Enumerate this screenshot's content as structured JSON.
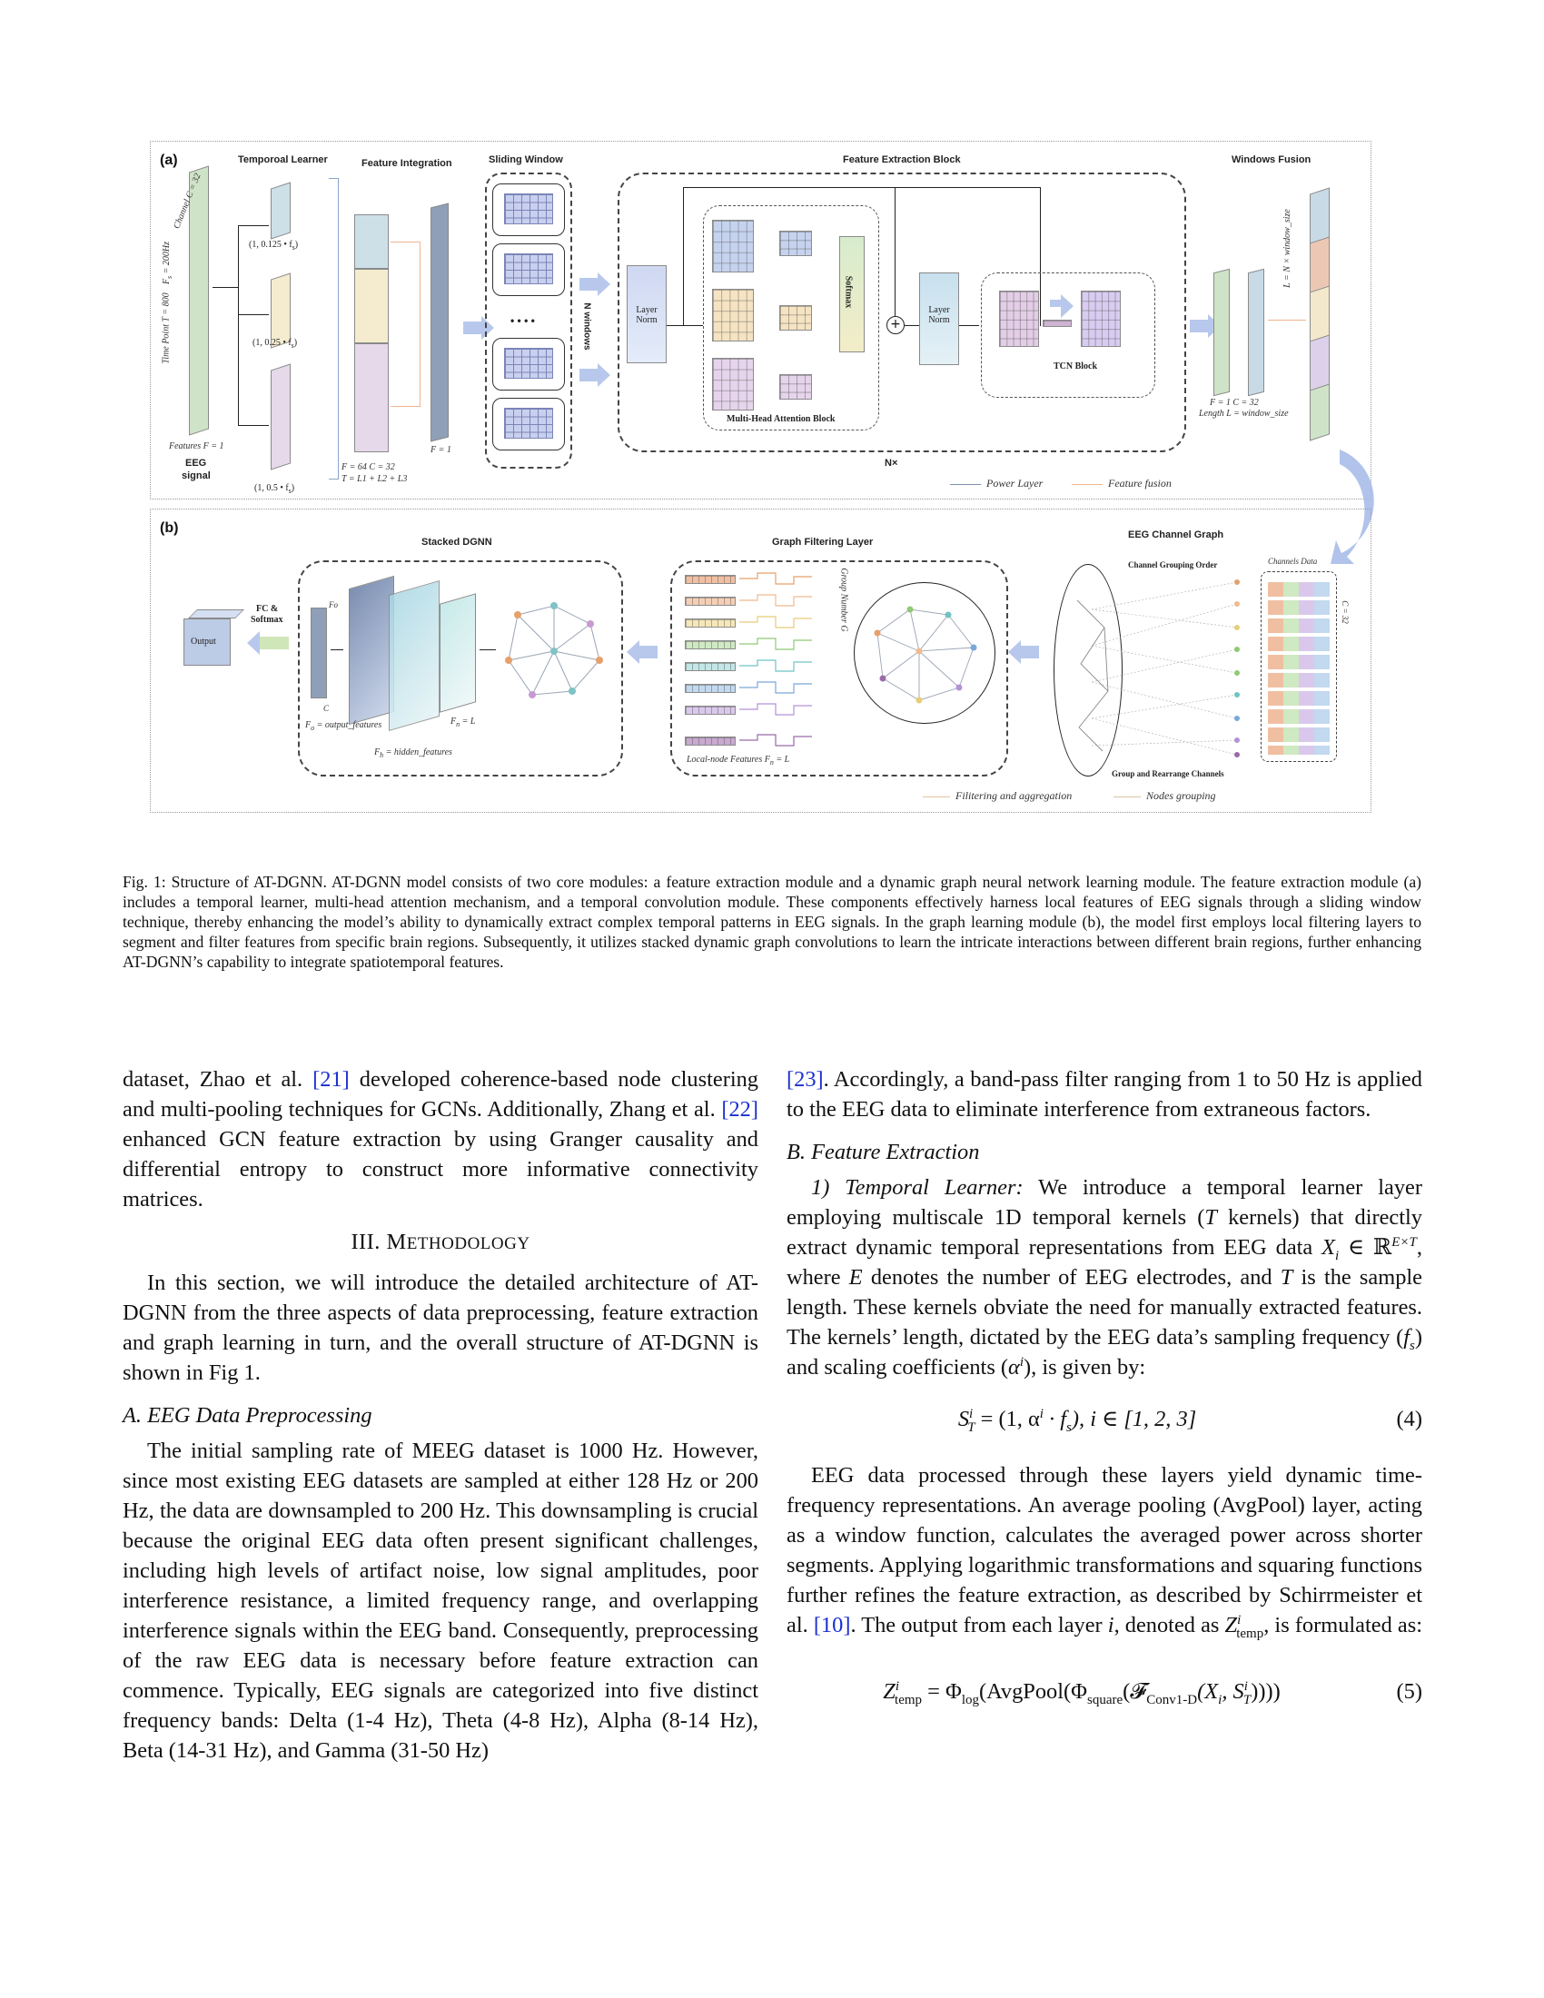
{
  "figure": {
    "panel_a": {
      "letter": "(a)",
      "eeg_input": {
        "channel_label": "Channel C = 32",
        "fs_label": "F",
        "fs_sub": "s",
        "fs_value": " = 200Hz",
        "timepoint_label": "Time Point  T = 800",
        "features_label": "Features  F = 1",
        "title_line1": "EEG",
        "title_line2": "signal"
      },
      "temporal_learner": {
        "title": "Temporoal Learner",
        "k1": "(1, 0.125 • f",
        "k2": "(1, 0.25 • f",
        "k3": "(1, 0.5 • f",
        "ksub": "s",
        "kend": ")"
      },
      "feature_integration": {
        "title": "Feature Integration",
        "dims_line1": "F = 64    C = 32",
        "dims_line2": "T = L",
        "dims_line2_rest": "1 + L2 + L3",
        "f1": "F = 1"
      },
      "sliding_window": {
        "title": "Sliding Window",
        "dots": "• • • •"
      },
      "n_windows": "N windows",
      "feature_extraction": {
        "title": "Feature Extraction Block",
        "layer_norm_1": "Layer Norm",
        "softmax": "Softmax",
        "mha_title": "Multi-Head Attention Block",
        "layer_norm_2": "Layer Norm",
        "tcn_title": "TCN Block",
        "repeat": "N×"
      },
      "windows_fusion": {
        "title": "Windows Fusion",
        "dims_line1": "F = 1    C = 32",
        "dims_line2": "Length  L =  window_size",
        "total_label": "L = N × window_size",
        "dots": "• • • • •"
      },
      "legend": {
        "power_layer": "Power Layer",
        "feature_fusion": "Feature fusion"
      }
    },
    "panel_b": {
      "letter": "(b)",
      "stacked_dgnn": {
        "title": "Stacked DGNN",
        "output": "Output",
        "fc_softmax_line1": "FC &",
        "fc_softmax_line2": "Softmax",
        "fo_label": "F",
        "fo_sub": "o",
        "fo_rest": " = output_features",
        "fn_label": "F",
        "fn_sub": "n",
        "fn_rest": " = L",
        "fh_label": "F",
        "fh_sub": "h",
        "fh_rest": " = hidden_features",
        "small_fo": "Fo",
        "small_c": "C"
      },
      "graph_filtering": {
        "title": "Graph Filtering Layer",
        "group_number": "Group Number  G",
        "local_node": "Local-node Features  F",
        "local_node_sub": "n",
        "local_node_rest": " = L"
      },
      "channel_graph": {
        "title": "EEG Channel Graph",
        "grouping_order": "Channel Grouping Order",
        "channels_data": "Channels Data",
        "c32": "C = 32",
        "rearrange": "Group and Rearrange Channels"
      },
      "legend": {
        "filtering": "Filitering and aggregation",
        "nodes_grouping": "Nodes grouping"
      }
    }
  },
  "caption": "Fig. 1: Structure of AT-DGNN. AT-DGNN model consists of two core modules: a feature extraction module and a dynamic graph neural network learning module. The feature extraction module (a) includes a temporal learner, multi-head attention mechanism, and a temporal convolution module. These components effectively harness local features of EEG signals through a sliding window technique, thereby enhancing the model’s ability to dynamically extract complex temporal patterns in EEG signals. In the graph learning module (b), the model first employs local filtering layers to segment and filter features from specific brain regions. Subsequently, it utilizes stacked dynamic graph convolutions to learn the intricate interactions between different brain regions, further enhancing AT-DGNN’s capability to integrate spatiotemporal features.",
  "left_column": {
    "p1_a": "dataset, Zhao et al. ",
    "p1_cite1": "[21]",
    "p1_b": " developed coherence-based node clustering and multi-pooling techniques for GCNs. Additionally, Zhang et al. ",
    "p1_cite2": "[22]",
    "p1_c": " enhanced GCN feature extraction by using Granger causality and differential entropy to construct more informative connectivity matrices.",
    "section_num": "III. ",
    "section_cap": "M",
    "section_rest": "ETHODOLOGY",
    "p2": "In this section, we will introduce the detailed architecture of AT-DGNN from the three aspects of data preprocessing, feature extraction and graph learning in turn, and the overall structure of AT-DGNN is shown in Fig 1.",
    "subsec_a": "A.  EEG Data Preprocessing",
    "p3": "The initial sampling rate of MEEG dataset is 1000 Hz. However, since most existing EEG datasets are sampled at either 128 Hz or 200 Hz, the data are downsampled to 200 Hz. This downsampling is crucial because the original EEG data often present significant challenges, including high levels of artifact noise, low signal amplitudes, poor interference resistance, a limited frequency range, and overlapping interference signals within the EEG band. Consequently, preprocessing of the raw EEG data is necessary before feature extraction can commence. Typically, EEG signals are categorized into five distinct frequency bands: Delta (1-4 Hz), Theta (4-8 Hz), Alpha (8-14 Hz), Beta (14-31 Hz), and Gamma (31-50 Hz)"
  },
  "right_column": {
    "p1_cite": "[23]",
    "p1_rest": ". Accordingly, a band-pass filter ranging from 1 to 50 Hz is applied to the EEG data to eliminate interference from extraneous factors.",
    "subsec_b": "B.  Feature Extraction",
    "p2_head": "1) Temporal Learner:",
    "p2_a": " We introduce a temporal learner layer employing multiscale 1D temporal kernels (",
    "p2_T": "T",
    "p2_b": " kernels) that directly extract dynamic temporal representations from EEG data ",
    "p2_X": "X",
    "p2_Xsub": "i",
    "p2_c": " ∈ ℝ",
    "p2_sup": "E×T",
    "p2_d": ", where ",
    "p2_E": "E",
    "p2_e": " denotes the number of EEG electrodes, and ",
    "p2_T2": "T",
    "p2_f": " is the sample length. These kernels obviate the need for manually extracted features. The kernels’ length, dictated by the EEG data’s sampling frequency (",
    "p2_fs": "f",
    "p2_fs_sub": "s",
    "p2_g": ") and scaling coefficients (",
    "p2_alpha": "α",
    "p2_alpha_sup": "i",
    "p2_h": "), is given by:",
    "eq4_body": "S",
    "eq4_sup": "i",
    "eq4_sub": "T",
    "eq4_rest": " = (1, α",
    "eq4_rest_sup": "i",
    "eq4_rest2": " · f",
    "eq4_rest2_sub": "s",
    "eq4_rest3": "),     i ∈ [1, 2, 3]",
    "eq4_num": "(4)",
    "p3_a": "EEG data processed through these layers yield dynamic time-frequency representations. An average pooling (AvgPool) layer, acting as a window function, calculates the averaged power across shorter segments. Applying logarithmic transformations and squaring functions further refines the feature extraction, as described by Schirrmeister et al. ",
    "p3_cite": "[10]",
    "p3_b": ". The output from each layer ",
    "p3_i": "i",
    "p3_c": ", denoted as ",
    "p3_Z": "Z",
    "p3_Zsup": "i",
    "p3_Zsub": "temp",
    "p3_d": ", is formulated as:",
    "eq5_Z": "Z",
    "eq5_Zsup": "i",
    "eq5_Zsub": "temp",
    "eq5_a": " = Φ",
    "eq5_log": "log",
    "eq5_b": "(AvgPool(Φ",
    "eq5_sq": "square",
    "eq5_c": "(𝓕",
    "eq5_conv": "Conv1-D",
    "eq5_d": "(X",
    "eq5_Xi": "i",
    "eq5_e": ", S",
    "eq5_Ssup": "i",
    "eq5_Ssub": "T",
    "eq5_f": "))))",
    "eq5_num": "(5)"
  }
}
